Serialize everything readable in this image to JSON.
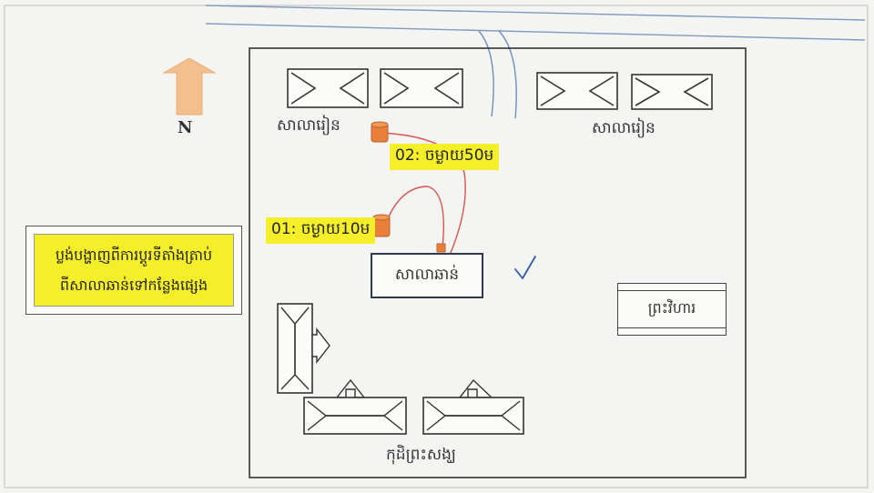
{
  "compass": {
    "letter": "N"
  },
  "labels": {
    "classroom_left": "សាលារៀន",
    "classroom_right": "សាលារៀន",
    "main_hall": "សាលាឆាន់",
    "temple": "ព្រះវិហារ",
    "monk_quarters": "កុដិព្រះសង្ឃ"
  },
  "markers": {
    "distance_02": "02: ចម្ងាយ50ម",
    "distance_01": "01: ចម្ងាយ10ម"
  },
  "note": {
    "line1": "ប្លង់បង្ហាញពីការប្តូរទីតាំងត្រាប់",
    "line2": "ពីសាលាឆាន់ទៅកន្លែងផ្សេង"
  },
  "colors": {
    "road": "#7f9bbd",
    "stream": "#6b8fc0",
    "connector": "#d9534f",
    "marker": "#e8803a",
    "highlight": "#f5ef2a",
    "compass_arrow": "#f3c08d",
    "checkmark": "#2e5aa8"
  }
}
